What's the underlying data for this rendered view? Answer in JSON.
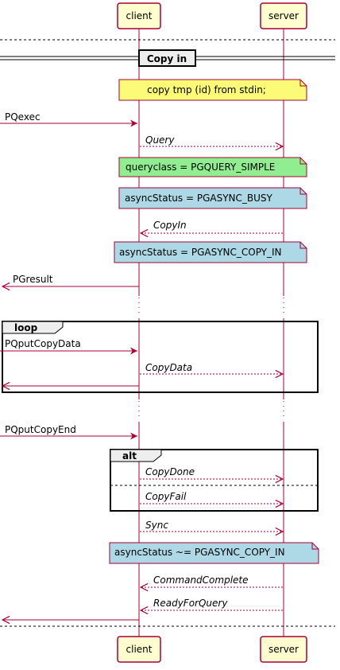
{
  "participants": {
    "client": "client",
    "server": "server"
  },
  "section": {
    "title": "Copy in"
  },
  "notes": {
    "copy_sql": "copy tmp (id) from stdin;",
    "queryclass": "queryclass = PGQUERY_SIMPLE",
    "async_busy": "asyncStatus = PGASYNC_BUSY",
    "async_copy_in": "asyncStatus = PGASYNC_COPY_IN",
    "async_not_copy_in": "asyncStatus ~= PGASYNC_COPY_IN"
  },
  "messages": {
    "pqexec": "PQexec",
    "query": "Query",
    "copyin": "CopyIn",
    "pgresult": "PGresult",
    "pqputcopydata": "PQputCopyData",
    "copydata": "CopyData",
    "pqputcopyend": "PQputCopyEnd",
    "copydone": "CopyDone",
    "copyfail": "CopyFail",
    "sync": "Sync",
    "commandcomplete": "CommandComplete",
    "readyforquery": "ReadyForQuery"
  },
  "fragments": {
    "loop": "loop",
    "alt": "alt"
  },
  "colors": {
    "arrow": "#A80036",
    "participant_fill": "#FEFECE",
    "note_yellow": "#FBFB77",
    "note_green": "#90EE90",
    "note_blue": "#ADD8E6"
  }
}
